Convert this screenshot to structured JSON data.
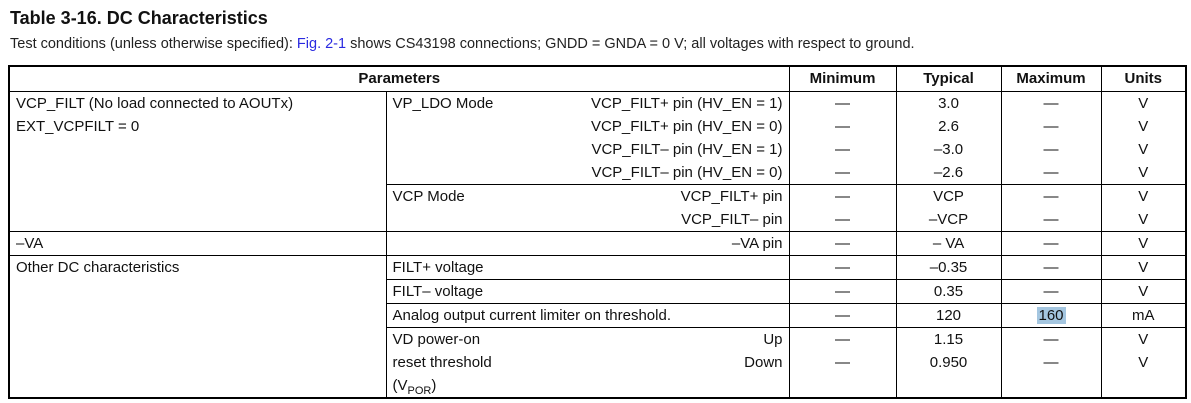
{
  "title": "Table 3-16. DC Characteristics",
  "test_conditions": {
    "prefix": "Test conditions (unless otherwise specified): ",
    "link": "Fig. 2-1",
    "suffix": " shows CS43198 connections; GNDD = GNDA = 0 V; all voltages with respect to ground."
  },
  "colors": {
    "link": "#2a2ae0",
    "highlight": "#a4c6e0",
    "border": "#000000"
  },
  "table": {
    "headers": {
      "parameters": "Parameters",
      "minimum": "Minimum",
      "typical": "Typical",
      "maximum": "Maximum",
      "units": "Units"
    },
    "group1": {
      "line1": "VCP_FILT (No load connected to AOUTx)",
      "line2": "EXT_VCPFILT = 0"
    },
    "group2": "Other DC characteristics",
    "vpor": {
      "pre": "(V",
      "sub": "POR",
      "post": ")"
    },
    "rows": [
      {
        "mode": "VP_LDO Mode",
        "desc": "VCP_FILT+ pin (HV_EN = 1)",
        "min": "—",
        "typ": "3.0",
        "max": "—",
        "unit": "V"
      },
      {
        "desc": "VCP_FILT+ pin (HV_EN = 0)",
        "min": "—",
        "typ": "2.6",
        "max": "—",
        "unit": "V"
      },
      {
        "desc": "VCP_FILT– pin (HV_EN = 1)",
        "min": "—",
        "typ": "–3.0",
        "max": "—",
        "unit": "V"
      },
      {
        "desc": "VCP_FILT– pin (HV_EN = 0)",
        "min": "—",
        "typ": "–2.6",
        "max": "—",
        "unit": "V"
      },
      {
        "mode": "VCP Mode",
        "desc": "VCP_FILT+ pin",
        "min": "—",
        "typ": "VCP",
        "max": "—",
        "unit": "V"
      },
      {
        "desc": "VCP_FILT– pin",
        "min": "—",
        "typ": "–VCP",
        "max": "—",
        "unit": "V"
      },
      {
        "param": "–VA",
        "desc": "–VA pin",
        "min": "—",
        "typ": "– VA",
        "max": "—",
        "unit": "V"
      },
      {
        "desc": "FILT+ voltage",
        "min": "—",
        "typ": "–0.35",
        "max": "—",
        "unit": "V"
      },
      {
        "desc": "FILT– voltage",
        "min": "—",
        "typ": "0.35",
        "max": "—",
        "unit": "V"
      },
      {
        "desc": "Analog output current limiter on threshold.",
        "min": "—",
        "typ": "120",
        "max": "160",
        "unit": "mA",
        "max_highlighted": true
      },
      {
        "mode": "VD power-on",
        "desc": "Up",
        "min": "—",
        "typ": "1.15",
        "max": "—",
        "unit": "V"
      },
      {
        "mode": "reset threshold",
        "desc": "Down",
        "min": "—",
        "typ": "0.950",
        "max": "—",
        "unit": "V"
      }
    ]
  }
}
